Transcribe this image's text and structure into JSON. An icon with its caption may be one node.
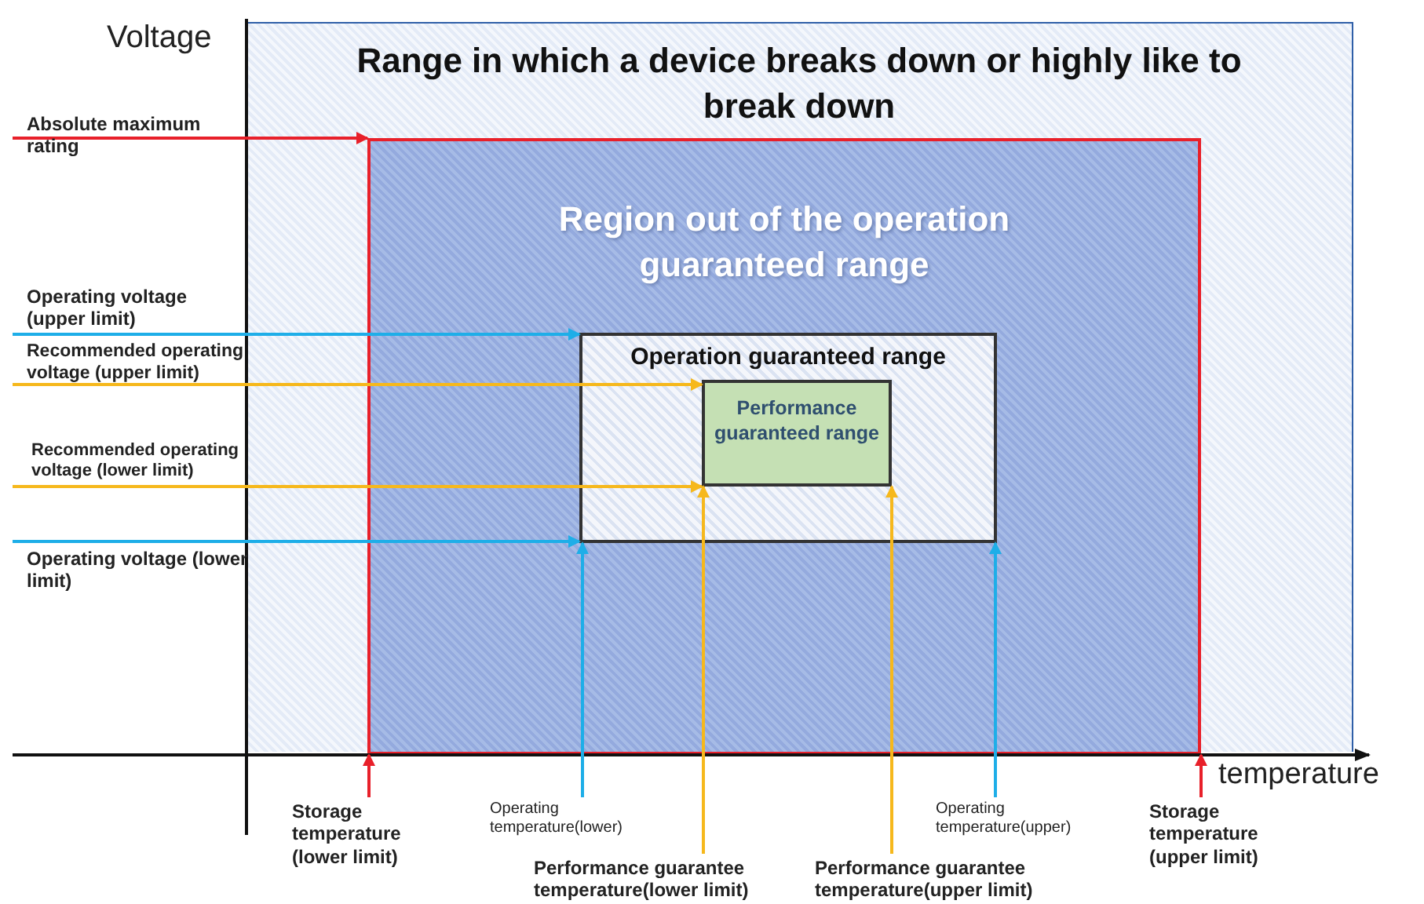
{
  "diagram": {
    "nodes": [
      {
        "text": [
          "Range in which a device breaks down or highly like to break down"
        ]
      },
      {
        "text": [
          "Region out of the operation guaranteed range"
        ],
        "in": 0
      },
      {
        "text": [
          "Operation guaranteed range"
        ],
        "in": 1
      },
      {
        "text": [
          "Performance guaranteed range"
        ],
        "in": 2
      },
      {
        "text": [
          "Absolute maximum rating"
        ]
      },
      {
        "text": [
          "Operating voltage (upper limit)"
        ]
      },
      {
        "text": [
          "Recommended operating voltage (upper limit)"
        ]
      },
      {
        "text": [
          "Recommended operating voltage (lower limit)"
        ]
      },
      {
        "text": [
          "Operating voltage (lower limit)"
        ]
      },
      {
        "text": [
          "Storage temperature (lower limit)"
        ]
      },
      {
        "text": [
          "Operating temperature(lower)"
        ]
      },
      {
        "text": [
          "Performance guarantee temperature(lower limit)"
        ]
      },
      {
        "text": [
          "Performance guarantee temperature(upper limit)"
        ]
      },
      {
        "text": [
          "Operating temperature(upper)"
        ]
      },
      {
        "text": [
          "Storage temperature (upper limit)"
        ]
      }
    ],
    "edges": [
      {
        "from": 4,
        "to": 1,
        "arrow": "to",
        "color": "#e8202a"
      },
      {
        "from": 5,
        "to": 2,
        "arrow": "to",
        "color": "#1eaee8"
      },
      {
        "from": 6,
        "to": 3,
        "arrow": "to",
        "color": "#f6b81c"
      },
      {
        "from": 7,
        "to": 3,
        "arrow": "to",
        "color": "#f6b81c"
      },
      {
        "from": 8,
        "to": 2,
        "arrow": "to",
        "color": "#1eaee8"
      },
      {
        "from": 9,
        "to": 1,
        "arrow": "to",
        "color": "#e8202a"
      },
      {
        "from": 10,
        "to": 2,
        "arrow": "to",
        "color": "#1eaee8"
      },
      {
        "from": 11,
        "to": 3,
        "arrow": "to",
        "color": "#f6b81c"
      },
      {
        "from": 12,
        "to": 3,
        "arrow": "to",
        "color": "#f6b81c"
      },
      {
        "from": 13,
        "to": 2,
        "arrow": "to",
        "color": "#1eaee8"
      },
      {
        "from": 14,
        "to": 1,
        "arrow": "to",
        "color": "#e8202a"
      }
    ],
    "labels": [
      "Voltage",
      "temperature"
    ]
  }
}
